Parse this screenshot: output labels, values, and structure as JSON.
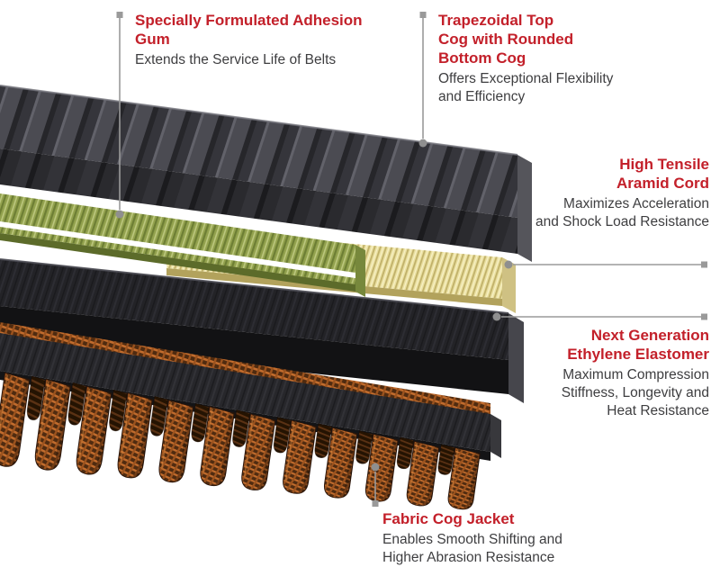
{
  "colors": {
    "background": "#ffffff",
    "accent-red": "#c3202a",
    "body-text": "#3e3e40",
    "leader-line": "#9a9a9a",
    "layer-top-cog": "#46464b",
    "layer-adhesion-gum": "#93a24e",
    "layer-adhesion-stripe": "#ffffff",
    "layer-aramid-cord": "#e9df9f",
    "layer-elastomer": "#232327",
    "layer-fabric-jacket": "#c26c2d"
  },
  "labels": {
    "adhesion_gum": {
      "heading": "Specially Formulated Adhesion\nGum",
      "body": "Extends the Service Life of Belts"
    },
    "top_cog": {
      "heading": "Trapezoidal Top\nCog with Rounded\nBottom Cog",
      "body": "Offers Exceptional Flexibility\nand Efficiency"
    },
    "aramid_cord": {
      "heading": "High Tensile\nAramid Cord",
      "body": "Maximizes Acceleration\nand Shock Load Resistance"
    },
    "elastomer": {
      "heading": "Next Generation\nEthylene Elastomer",
      "body": "Maximum Compression\nStiffness, Longevity and\nHeat Resistance"
    },
    "fabric_cog_jacket": {
      "heading": "Fabric Cog Jacket",
      "body": "Enables Smooth Shifting and\nHigher Abrasion Resistance"
    }
  }
}
